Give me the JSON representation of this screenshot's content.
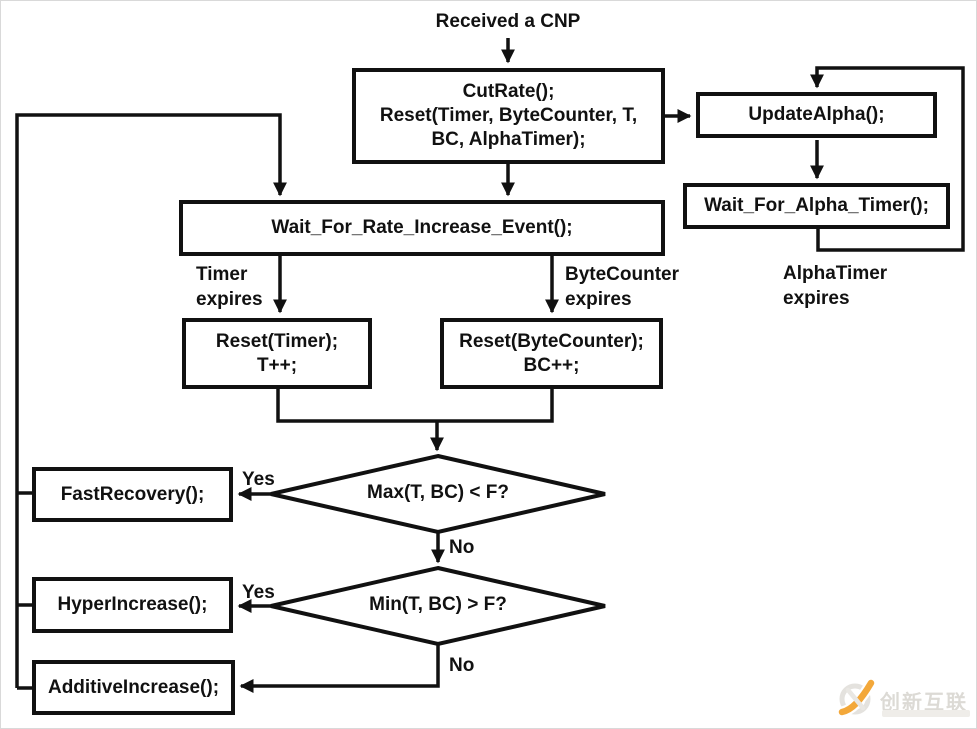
{
  "title": "Received a CNP",
  "nodes": {
    "cutrate": {
      "lines": [
        "CutRate();",
        "Reset(Timer, ByteCounter, T,",
        "BC, AlphaTimer);"
      ]
    },
    "update_alpha": {
      "label": "UpdateAlpha();"
    },
    "wait_alpha": {
      "label": "Wait_For_Alpha_Timer();"
    },
    "wait_event": {
      "label": "Wait_For_Rate_Increase_Event();"
    },
    "reset_timer": {
      "lines": [
        "Reset(Timer);",
        "T++;"
      ]
    },
    "reset_bytecounter": {
      "lines": [
        "Reset(ByteCounter);",
        "BC++;"
      ]
    },
    "decision_max": {
      "label": "Max(T, BC) < F?"
    },
    "decision_min": {
      "label": "Min(T, BC) > F?"
    },
    "fast_recovery": {
      "label": "FastRecovery();"
    },
    "hyper_increase": {
      "label": "HyperIncrease();"
    },
    "additive_increase": {
      "label": "AdditiveIncrease();"
    }
  },
  "edge_labels": {
    "timer_expires": "Timer\nexpires",
    "bytecounter_expires": "ByteCounter\nexpires",
    "alphatimer_expires": "AlphaTimer\nexpires",
    "yes_max": "Yes",
    "no_max": "No",
    "yes_min": "Yes",
    "no_min": "No"
  },
  "colors": {
    "line": "#111111",
    "background": "#ffffff",
    "watermark_orange": "#f3a83a",
    "watermark_gray": "#e4e2de"
  },
  "watermark": {
    "text": "创新互联"
  }
}
